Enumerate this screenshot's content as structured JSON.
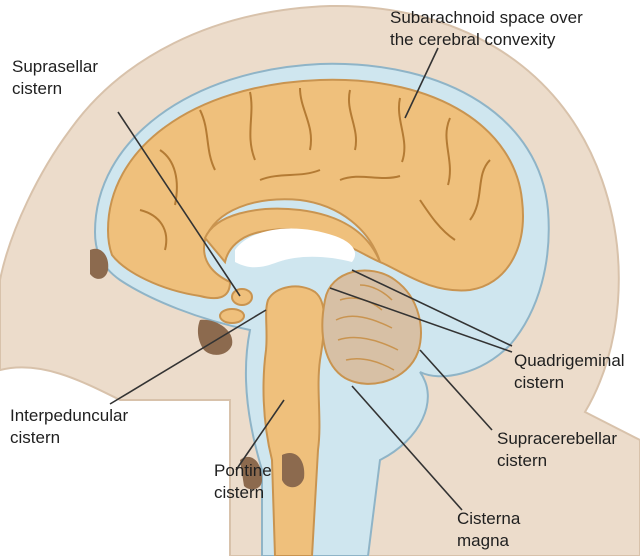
{
  "labels": {
    "subarachnoid": "Subarachnoid space over\nthe cerebral convexity",
    "suprasellar": "Suprasellar\ncistern",
    "quadrigeminal": "Quadrigeminal\ncistern",
    "interpeduncular": "Interpeduncular\ncistern",
    "supracerebellar": "Supracerebellar\ncistern",
    "pontine": "Pontine\ncistern",
    "cisterna_magna": "Cisterna\nmagna"
  },
  "colors": {
    "skin": "#ecdccb",
    "skin_edge": "#d8c2ab",
    "csf": "#cfe6ef",
    "csf_edge": "#8fb4c7",
    "brain": "#efc07c",
    "brain_edge": "#c99450",
    "sulcus": "#b47b34",
    "cerebellum": "#d7c0a5",
    "sinus": "#8c6a4e",
    "leader": "#333333"
  }
}
